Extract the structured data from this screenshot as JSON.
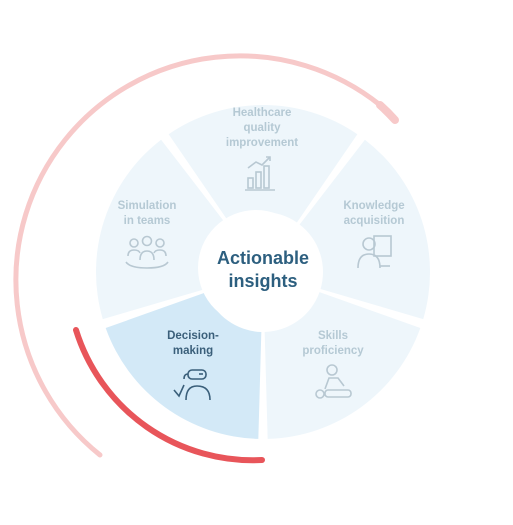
{
  "center": {
    "line1": "Actionable",
    "line2": "insights"
  },
  "segments": [
    {
      "id": "healthcare",
      "lines": [
        "Healthcare",
        "quality",
        "improvement"
      ],
      "icon": "bar-chart-growth-icon",
      "active": false
    },
    {
      "id": "knowledge",
      "lines": [
        "Knowledge",
        "acquisition"
      ],
      "icon": "person-at-screen-icon",
      "active": false
    },
    {
      "id": "skills",
      "lines": [
        "Skills",
        "proficiency"
      ],
      "icon": "patient-treatment-icon",
      "active": false
    },
    {
      "id": "decision",
      "lines": [
        "Decision-",
        "making"
      ],
      "icon": "vr-headset-person-icon",
      "active": true
    },
    {
      "id": "simulation",
      "lines": [
        "Simulation",
        "in teams"
      ],
      "icon": "team-people-icon",
      "active": false
    }
  ],
  "colors": {
    "segment_fill": "#eef6fb",
    "segment_active_fill": "#d3e9f7",
    "text_inactive": "#b5c9d4",
    "text_active": "#3a5f7a",
    "center_text": "#2d5f7f",
    "ring_light": "#f7c9c9",
    "ring_dark": "#e8555a",
    "icon_inactive": "#b8c8d2",
    "icon_active": "#3a5f7a"
  }
}
